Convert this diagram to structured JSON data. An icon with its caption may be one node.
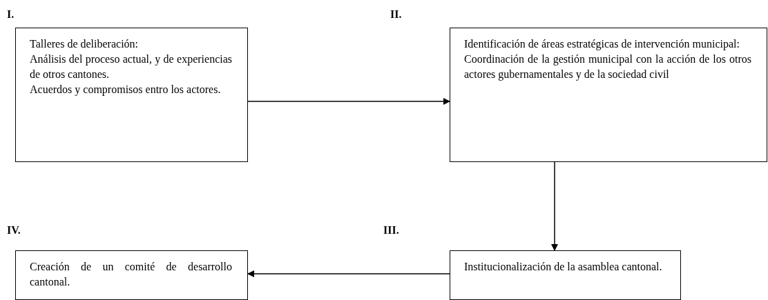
{
  "diagram": {
    "nodes": [
      {
        "text": [
          "Talleres de deliberación:",
          "Análisis del proceso actual, y de experiencias de otros cantones.",
          "Acuerdos y compromisos entro los actores."
        ]
      },
      {
        "text": [
          "Identificación de áreas estratégicas de intervención municipal:",
          "Coordinación de la gestión municipal con la acción de los otros actores gubernamentales y de la sociedad civil"
        ]
      },
      {
        "text": [
          "Institucionalización de la asamblea cantonal."
        ]
      },
      {
        "text": [
          "Creación de un comité de desarrollo cantonal."
        ]
      }
    ],
    "edges": [
      {
        "from": 0,
        "to": 1,
        "arrow": "to"
      },
      {
        "from": 1,
        "to": 2,
        "arrow": "to"
      },
      {
        "from": 2,
        "to": 3,
        "arrow": "to"
      }
    ],
    "labels": [
      "I.",
      "II.",
      "IV.",
      "III."
    ]
  }
}
